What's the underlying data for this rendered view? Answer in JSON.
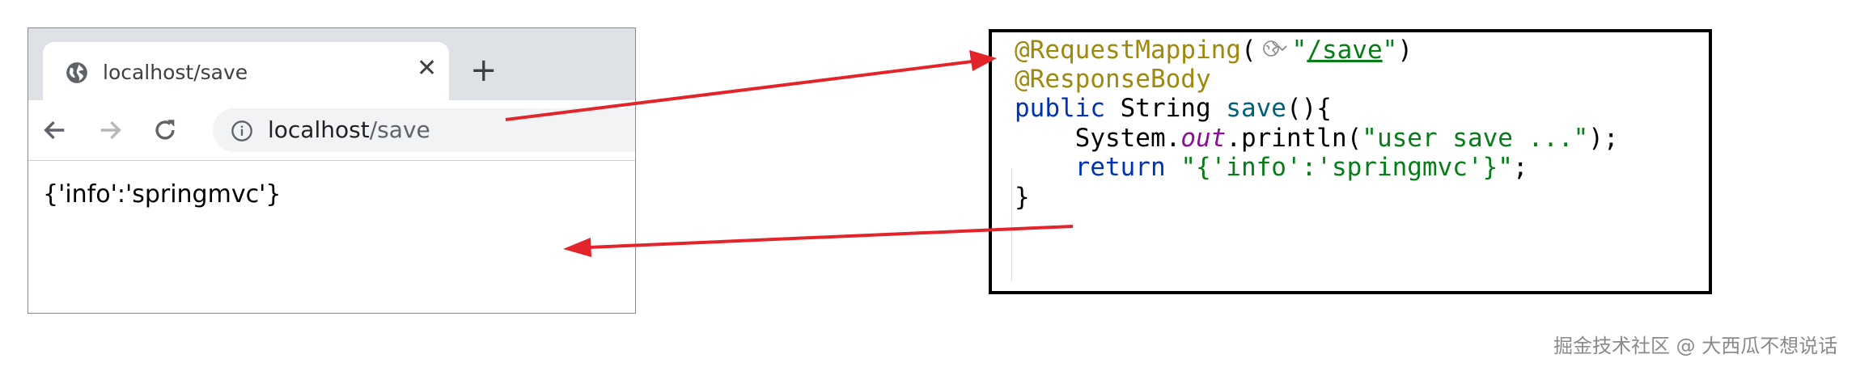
{
  "browser": {
    "tab_title": "localhost/save",
    "close_glyph": "✕",
    "new_tab_glyph": "+",
    "address_host": "localhost",
    "address_path": "/save",
    "page_text": "{'info':'springmvc'}"
  },
  "code": {
    "line1": {
      "annotation": "@RequestMapping",
      "open": "(",
      "quote1": "\"",
      "path": "/save",
      "quote2": "\"",
      "close": ")"
    },
    "line2": "@ResponseBody",
    "line3": {
      "kw": "public",
      "type": " String ",
      "method": "save",
      "rest": "(){"
    },
    "line4": {
      "indent": "    ",
      "obj": "System.",
      "field": "out",
      "call": ".println(",
      "str": "\"user save ...\"",
      "end": ");"
    },
    "line5": {
      "indent": "    ",
      "kw": "return",
      "space": " ",
      "str": "\"{'info':'springmvc'}\"",
      "end": ";"
    },
    "line6": "}"
  },
  "icons": {
    "tab_globe": "globe-icon",
    "back": "arrow-left-icon",
    "forward": "arrow-right-icon",
    "reload": "reload-icon",
    "site_info": "info-icon",
    "url_handler": "globe-chevron-icon"
  },
  "colors": {
    "arrow": "#e3242b",
    "annotation": "#9e880d",
    "keyword": "#0033b3",
    "string": "#067d17",
    "method": "#00627a",
    "static_field": "#871094"
  },
  "watermark": "掘金技术社区 @ 大西瓜不想说话"
}
